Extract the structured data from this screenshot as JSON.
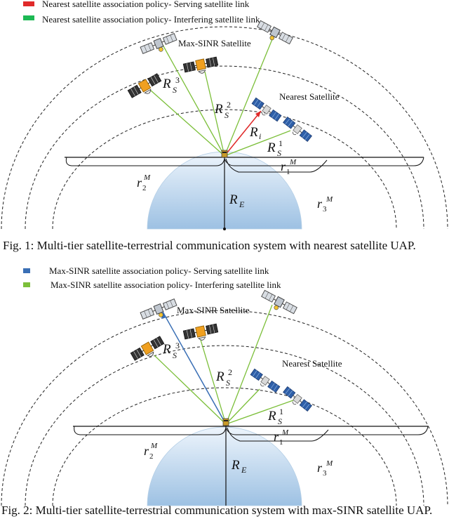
{
  "colors": {
    "nearest_serving": "#e02a2a",
    "interfering": "#7cbf3a",
    "legend_green": "#1db954",
    "maxsinr_serving": "#3a6fb5",
    "earth_top": "#eaf3fb",
    "earth_bottom": "#a8c8e6"
  },
  "fig1": {
    "legend": [
      {
        "text": "Nearest satellite association policy- Serving satellite link",
        "color_key": "nearest_serving"
      },
      {
        "text": "Nearest satellite association policy- Interfering satellite link",
        "color_key": "legend_green"
      }
    ],
    "labels": {
      "max_sinr": "Max-SINR Satellite",
      "nearest": "Nearest Satellite",
      "rs3": "R",
      "rs3_sub": "S",
      "rs3_sup": "3",
      "rs2": "R",
      "rs2_sub": "S",
      "rs2_sup": "2",
      "rs1": "R",
      "rs1_sub": "S",
      "rs1_sup": "1",
      "ri": "R",
      "ri_sub": "i",
      "r1": "r",
      "r1_sub": "1",
      "r1_sup": "M",
      "r2": "r",
      "r2_sub": "2",
      "r2_sup": "M",
      "r3": "r",
      "r3_sub": "3",
      "r3_sup": "M",
      "re": "R",
      "re_sub": "E"
    },
    "caption": "Fig. 1: Multi-tier satellite-terrestrial communication system with nearest satellite UAP."
  },
  "fig2": {
    "legend": [
      {
        "text": "Max-SINR satellite association policy- Serving satellite link",
        "color_key": "maxsinr_serving"
      },
      {
        "text": "Max-SINR satellite association policy- Interfering satellite link",
        "color_key": "interfering"
      }
    ],
    "labels": {
      "max_sinr": "Max-SINR Satellite",
      "nearest": "Nearest Satellite",
      "rs3": "R",
      "rs3_sub": "S",
      "rs3_sup": "3",
      "rs2": "R",
      "rs2_sub": "S",
      "rs2_sup": "2",
      "rs1": "R",
      "rs1_sub": "S",
      "rs1_sup": "1",
      "r1": "r",
      "r1_sub": "1",
      "r1_sup": "M",
      "r2": "r",
      "r2_sub": "2",
      "r2_sup": "M",
      "r3": "r",
      "r3_sub": "3",
      "r3_sup": "M",
      "re": "R",
      "re_sub": "E"
    },
    "caption": "Fig. 2: Multi-tier satellite-terrestrial communication system with max-SINR satellite UAP."
  }
}
